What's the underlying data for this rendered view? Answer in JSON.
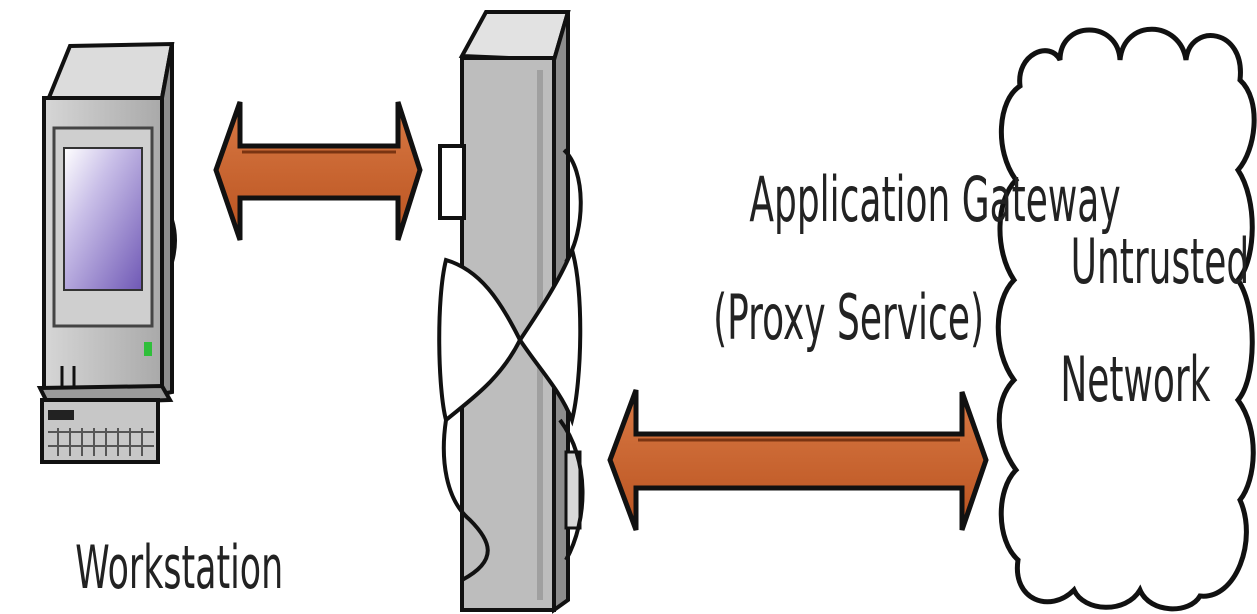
{
  "labels": {
    "workstation": "Workstation",
    "gateway_line1": "Application Gateway",
    "gateway_line2": "(Proxy Service)",
    "network_line1": "Untrusted",
    "network_line2": "Network"
  },
  "colors": {
    "arrow_fill": "#c8612e",
    "arrow_outline": "#111111",
    "gateway_fill": "#b9b9b9",
    "gateway_side": "#8d8d8d",
    "screen": "#8f7ac6",
    "cloud_fill": "#ffffff",
    "text": "#222222"
  },
  "icons": {
    "workstation": "computer-icon",
    "gateway": "firewall-gateway-icon",
    "network": "cloud-icon"
  }
}
